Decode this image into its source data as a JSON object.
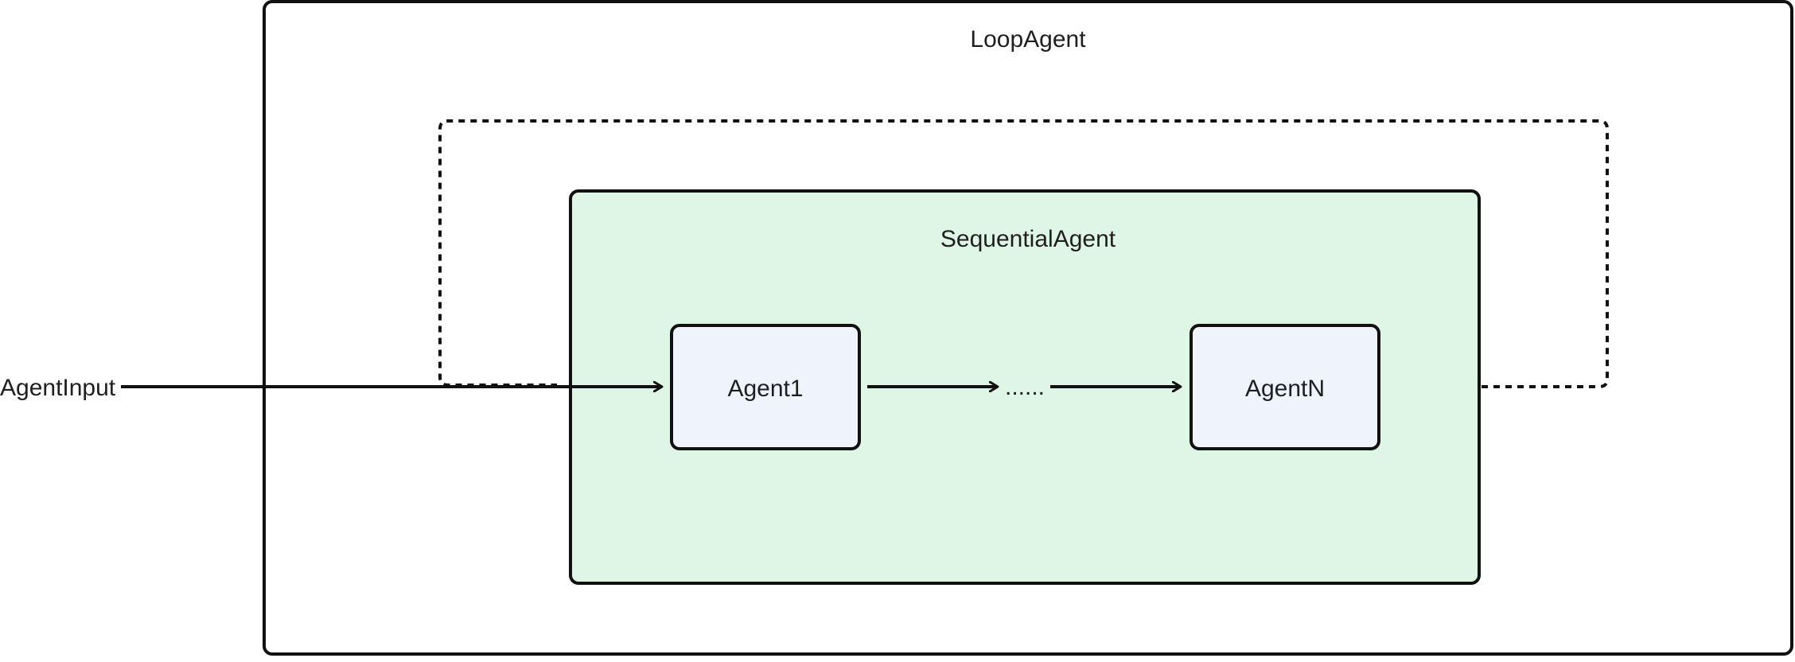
{
  "diagram": {
    "loop_agent": {
      "label": "LoopAgent"
    },
    "sequential_agent": {
      "label": "SequentialAgent"
    },
    "agent_first": {
      "label": "Agent1"
    },
    "ellipsis": {
      "label": "......"
    },
    "agent_last": {
      "label": "AgentN"
    },
    "input": {
      "label": "AgentInput"
    }
  },
  "colors": {
    "sequential_fill": "#dff5e5",
    "agent_fill": "#eef3fc",
    "stroke": "#111111"
  }
}
